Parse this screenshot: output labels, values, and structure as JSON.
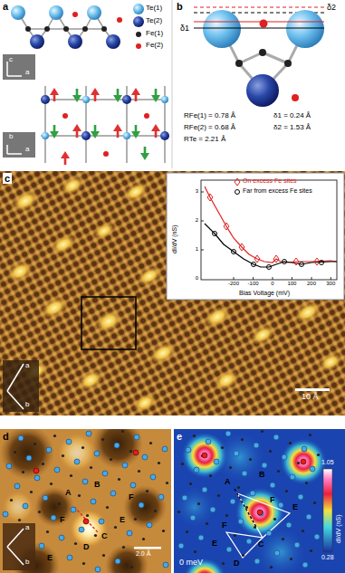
{
  "diagram": {
    "labels": [
      "a",
      "c",
      "a",
      "b",
      "a",
      "b",
      "δ1",
      "δ2",
      "RFe(1) = 0.78 Å",
      "RFe(2) = 0.68 Å",
      "RTe = 2.21 Å",
      "δ1 = 0.24 Å",
      "δ2 = 1.53 Å",
      "c",
      "dI/dV (nS)",
      "Bias Voltage (mV)",
      "-200",
      "-100",
      "0",
      "100",
      "200",
      "300",
      "0",
      "1",
      "2",
      "3",
      "a",
      "b",
      "10 Å",
      "d",
      "A",
      "B",
      "C",
      "D",
      "E",
      "F",
      "E",
      "F",
      "a",
      "b",
      "2.0 Å",
      "e",
      "0 meV",
      "A",
      "B",
      "C",
      "D",
      "E",
      "F",
      "E",
      "F",
      "1.05",
      "dI/dV (nS)",
      "0.28"
    ],
    "legend": [
      {
        "text": "Te(1)"
      },
      {
        "text": "Te(2)"
      },
      {
        "text": "Fe(1)"
      },
      {
        "text": "Fe(2)"
      },
      {
        "text": "On excess Fe sites"
      },
      {
        "text": "Far from excess Fe sites"
      }
    ]
  }
}
